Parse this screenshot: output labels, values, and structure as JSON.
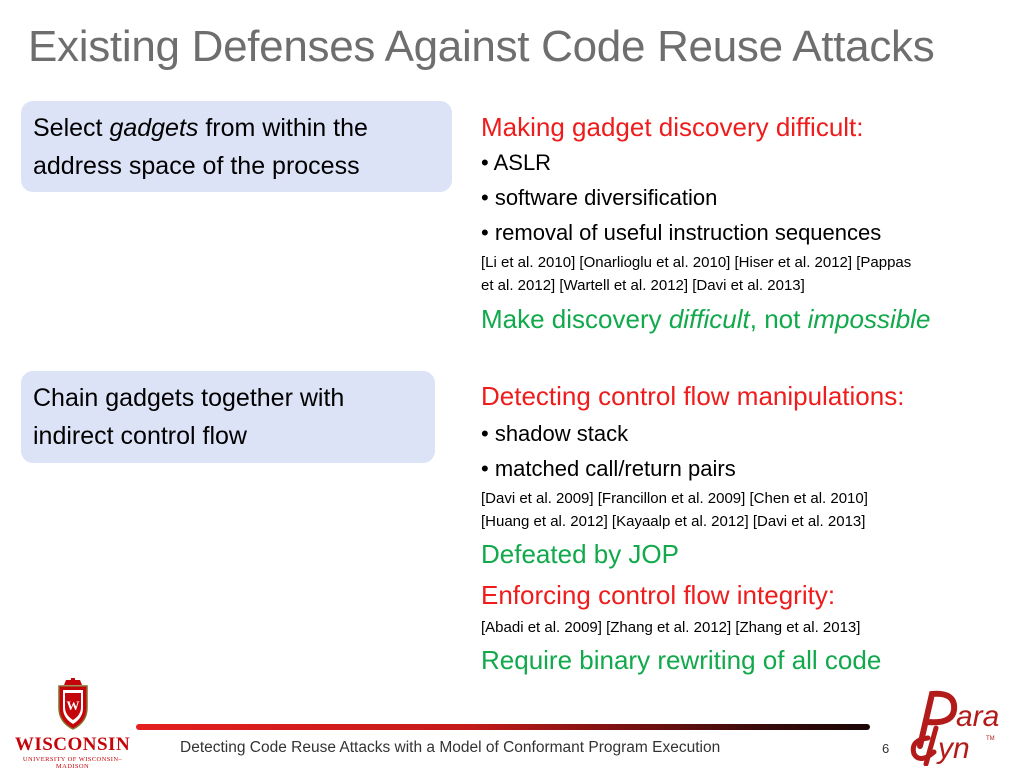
{
  "slide": {
    "title": "Existing Defenses Against Code Reuse Attacks",
    "page_number": "6"
  },
  "left_boxes": [
    {
      "line1_pre": "Select ",
      "line1_em": "gadgets",
      "line1_post": " from within the",
      "line2": "address space of the process"
    },
    {
      "line1": "Chain gadgets together with",
      "line2": "indirect control flow"
    }
  ],
  "right": {
    "section1": {
      "heading": "Making gadget discovery difficult:",
      "bullets": [
        "• ASLR",
        "• software diversification",
        "• removal of useful instruction sequences"
      ],
      "refs": [
        "[Li et al. 2010] [Onarlioglu et al. 2010] [Hiser et al. 2012] [Pappas",
        "et al. 2012] [Wartell et al. 2012] [Davi et al. 2013]"
      ],
      "conclusion_pre": "Make discovery ",
      "conclusion_em1": "difficult",
      "conclusion_mid": ", not ",
      "conclusion_em2": "impossible"
    },
    "section2": {
      "heading": "Detecting control flow manipulations:",
      "bullets": [
        "• shadow stack",
        "• matched call/return pairs"
      ],
      "refs": [
        "[Davi et al. 2009] [Francillon et al. 2009] [Chen et al. 2010]",
        "[Huang et al. 2012] [Kayaalp et al. 2012] [Davi et al. 2013]"
      ],
      "conclusion": "Defeated by JOP"
    },
    "section3": {
      "heading": "Enforcing control flow integrity:",
      "refs": [
        "[Abadi et al. 2009] [Zhang et al. 2012] [Zhang et al. 2013]"
      ],
      "conclusion": "Require binary rewriting of all code"
    }
  },
  "footer": {
    "text": "Detecting Code Reuse Attacks with a Model of Conformant Program Execution",
    "wisconsin_name": "WISCONSIN",
    "wisconsin_sub": "UNIVERSITY OF WISCONSIN–MADISON",
    "paradyn_top": "ara",
    "paradyn_bottom": "yn",
    "paradyn_tm": "TM"
  },
  "colors": {
    "title": "#6e6e6e",
    "box_bg": "#dde3f7",
    "heading_red": "#ee1c1c",
    "conclusion_green": "#12a94c",
    "wisconsin_red": "#c5050c"
  },
  "icons": [
    "wisconsin-crest-logo",
    "paradyn-logo"
  ]
}
